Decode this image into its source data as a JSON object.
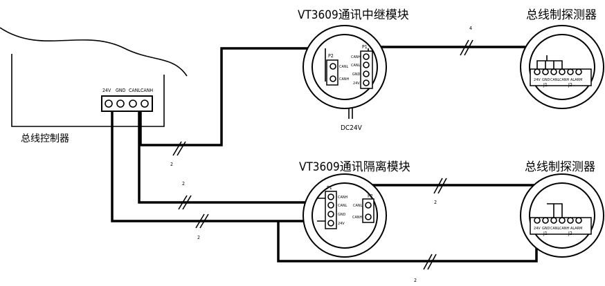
{
  "controller": {
    "label": "总线控制器",
    "terminals": [
      "24V",
      "GND",
      "CANL",
      "CANH"
    ]
  },
  "repeater": {
    "title": "VT3609通讯中继模块",
    "p1": "P1",
    "p2": "P2",
    "p1_pins": [
      "CANH",
      "CANL",
      "GND",
      "24V"
    ],
    "p2_pins": [
      "CANL",
      "CANH"
    ],
    "power": "DC24V"
  },
  "isolator": {
    "title": "VT3609通讯隔离模块",
    "p1": "P1",
    "p2": "P2",
    "p1_pins": [
      "CANH",
      "CANL",
      "GND",
      "24V"
    ],
    "p2_pins": [
      "CANL",
      "CANH"
    ]
  },
  "detector_top": {
    "title": "总线制探测器",
    "j1": "J1",
    "j2": "J2",
    "pins": [
      "24V",
      "GND",
      "CANL",
      "CANH",
      "ALARM"
    ]
  },
  "detector_bottom": {
    "title": "总线制探测器",
    "j1": "J1",
    "j2": "J2",
    "pins": [
      "24V",
      "GND",
      "CANL",
      "CANH",
      "ALARM"
    ]
  },
  "wire_counts": {
    "ctrl_to_repeater": "2",
    "repeater_to_detector": "4",
    "ctrl_to_isolator_can": "2",
    "ctrl_to_isolator_power": "2",
    "isolator_to_detector": "2",
    "bypass_power": "2"
  }
}
